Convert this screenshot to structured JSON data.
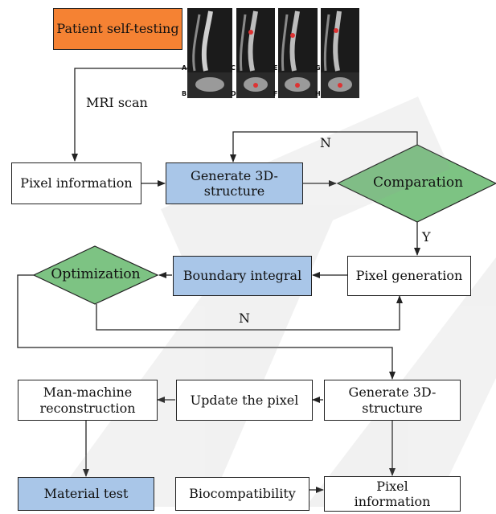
{
  "nodes": {
    "patient": "Patient self-testing",
    "pixel_info_1": "Pixel information",
    "generate_3d_1": "Generate 3D-structure",
    "comparation": "Comparation",
    "pixel_generation": "Pixel generation",
    "boundary_integral": "Boundary integral",
    "optimization": "Optimization",
    "generate_3d_2": "Generate 3D-structure",
    "update_pixel": "Update the pixel",
    "man_machine": "Man-machine reconstruction",
    "material_test": "Material test",
    "biocompatibility": "Biocompatibility",
    "pixel_info_2": "Pixel information"
  },
  "edges": {
    "mri_scan": "MRI scan",
    "n_top": "N",
    "y": "Y",
    "n_bottom": "N"
  },
  "mri_letters": [
    "A",
    "B",
    "C",
    "D",
    "E",
    "F",
    "G",
    "H"
  ],
  "colors": {
    "orange": "#f58233",
    "blue": "#a9c6e8",
    "green": "#7dc383"
  }
}
